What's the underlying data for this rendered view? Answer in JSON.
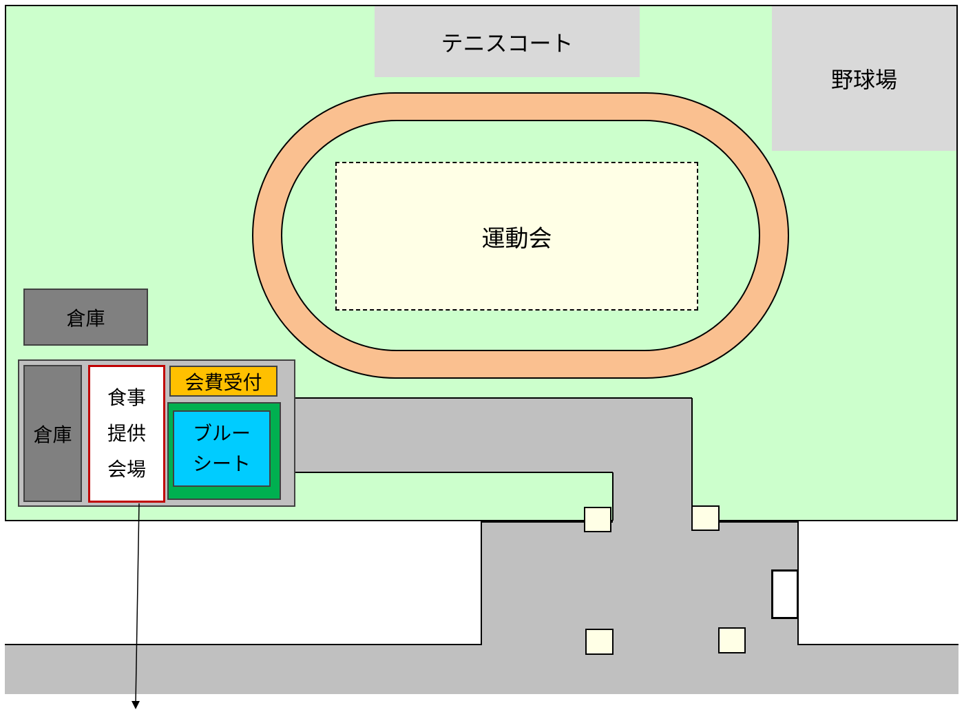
{
  "map": {
    "tennis_court": "テニスコート",
    "baseball_field": "野球場",
    "sports_day": "運動会",
    "warehouse_top": "倉庫",
    "warehouse_side": "倉庫",
    "meal_venue": [
      "食事",
      "提供",
      "会場"
    ],
    "fee_reception": "会費受付",
    "blue_sheet": [
      "ブルー",
      "シート"
    ]
  },
  "colors": {
    "grass": "#ccffcc",
    "track": "#fac090",
    "field": "#ffffe6",
    "paved": "#c0c0c0",
    "court": "#d9d9d9",
    "warehouse": "#808080",
    "meal_border": "#c00000",
    "reception": "#ffc000",
    "sheet_outer": "#00b050",
    "sheet_inner": "#00ccff"
  }
}
